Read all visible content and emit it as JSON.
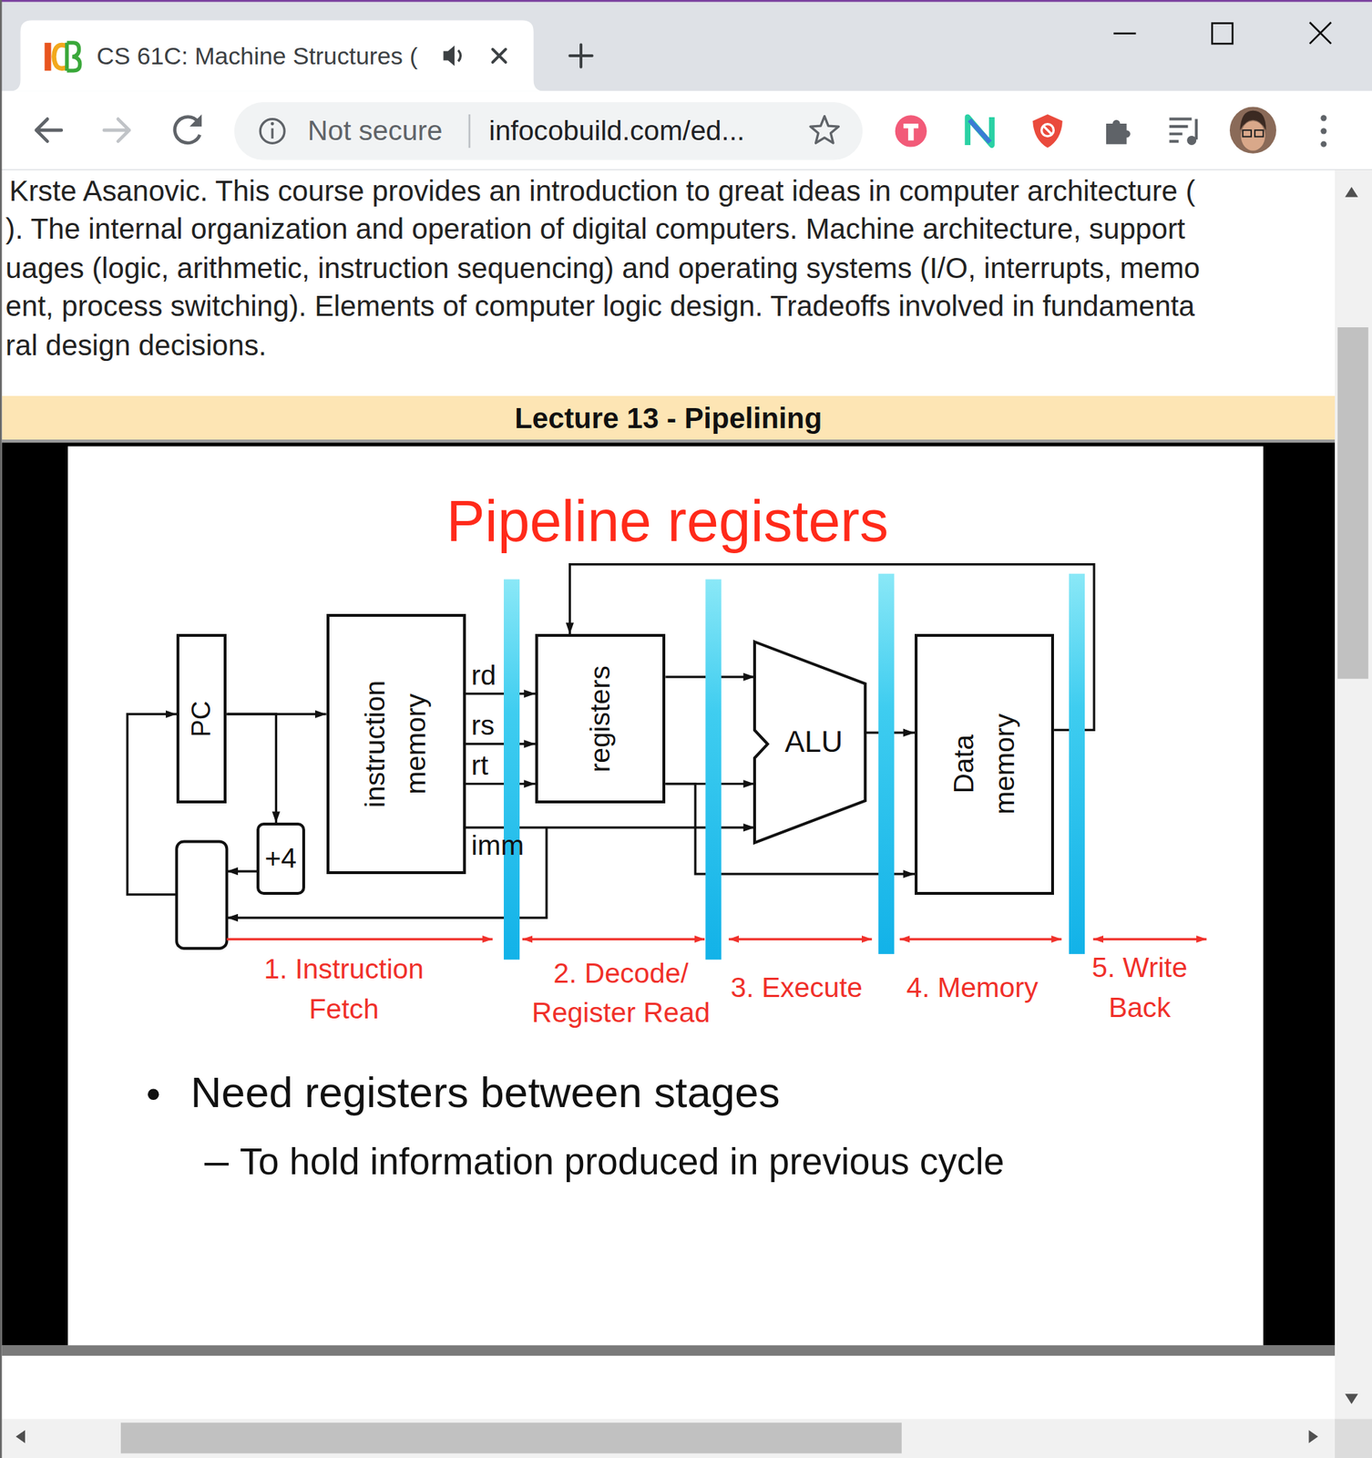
{
  "diagram": {
    "title": "Pipeline registers",
    "nodes": [
      {
        "text": [
          "CS 61C: Machine Structures ("
        ]
      },
      {
        "text": [
          "Not secure",
          "infocobuild.com/ed..."
        ]
      },
      {
        "text": [
          "Lecture 13 - Pipelining"
        ]
      },
      {
        "text": [
          "PC"
        ]
      },
      {
        "text": [
          "instruction memory"
        ]
      },
      {
        "text": [
          "registers"
        ]
      },
      {
        "text": [
          "ALU"
        ]
      },
      {
        "text": [
          "Data memory"
        ]
      },
      {
        "text": [
          "+4"
        ]
      }
    ],
    "edges": [
      {
        "from": 3,
        "to": 4,
        "arrow": "to"
      },
      {
        "from": 3,
        "to": 8,
        "arrow": "to"
      },
      {
        "from": 4,
        "to": 5,
        "label": "rd",
        "arrow": "to"
      },
      {
        "from": 4,
        "to": 5,
        "label": "rs",
        "arrow": "to"
      },
      {
        "from": 4,
        "to": 5,
        "label": "rt",
        "arrow": "to"
      },
      {
        "from": 4,
        "to": 6,
        "label": "imm",
        "arrow": "to"
      },
      {
        "from": 5,
        "to": 6,
        "arrow": "to"
      },
      {
        "from": 5,
        "to": 6,
        "arrow": "to"
      },
      {
        "from": 5,
        "to": 7,
        "arrow": "to"
      },
      {
        "from": 6,
        "to": 7,
        "arrow": "to"
      },
      {
        "from": 7,
        "to": 5,
        "arrow": "to"
      }
    ],
    "labels": [
      "Krste Asanovic. This course provides an introduction to great ideas in computer architecture (",
      "). The internal organization and operation of digital computers. Machine architecture, support",
      "uages (logic, arithmetic, instruction sequencing) and operating systems (I/O, interrupts, memo",
      "ent, process switching). Elements of computer logic design. Tradeoffs involved in fundamenta",
      "ral design decisions.",
      "1. Instruction Fetch",
      "2. Decode/ Register Read",
      "3. Execute",
      "4. Memory",
      "5. Write Back",
      "Need registers between stages",
      "To hold information produced in previous cycle"
    ]
  }
}
